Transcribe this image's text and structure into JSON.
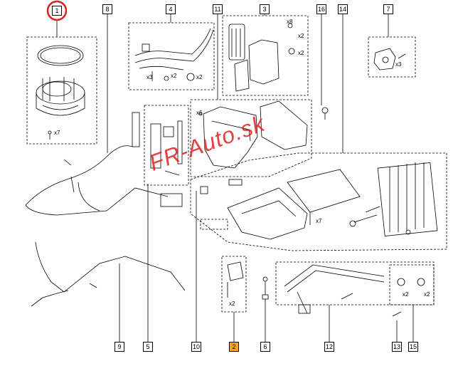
{
  "colors": {
    "line": "#000000",
    "highlight": "#f5a623",
    "circle": "#e02020",
    "watermark": "#e02020"
  },
  "callouts": [
    {
      "id": "c1",
      "text": "1"
    },
    {
      "id": "c8",
      "text": "8"
    },
    {
      "id": "c4",
      "text": "4"
    },
    {
      "id": "c11",
      "text": "11"
    },
    {
      "id": "c3",
      "text": "3"
    },
    {
      "id": "c16",
      "text": "16"
    },
    {
      "id": "c14",
      "text": "14"
    },
    {
      "id": "c7",
      "text": "7"
    },
    {
      "id": "c9",
      "text": "9"
    },
    {
      "id": "c5",
      "text": "5"
    },
    {
      "id": "c10",
      "text": "10"
    },
    {
      "id": "c2",
      "text": "2"
    },
    {
      "id": "c6",
      "text": "6"
    },
    {
      "id": "c12",
      "text": "12"
    },
    {
      "id": "c13",
      "text": "13"
    },
    {
      "id": "c15",
      "text": "15"
    }
  ],
  "quantities": {
    "q_x7a": "x7",
    "q_x3a": "x3",
    "q_x2a": "x2",
    "q_x2b": "x2",
    "q_x8": "x8",
    "q_x2c": "x2",
    "q_x2d": "x2",
    "q_x3b": "x3",
    "q_x6": "x6",
    "q_x7b": "x7",
    "q_x2e": "x2",
    "q_x2f": "x2",
    "q_x2g": "x2"
  },
  "watermark": "FR-Auto.sk"
}
